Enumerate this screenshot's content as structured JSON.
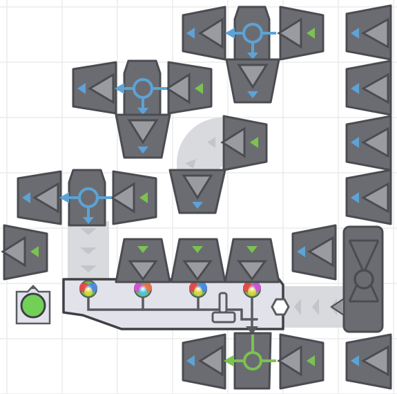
{
  "game": {
    "view": "factory-layout-editor",
    "colors": {
      "background": "#ffffff",
      "grid": "#ececec",
      "block": "#6b6c72",
      "block_stroke": "#4b4c51",
      "block_dark": "#55565c",
      "belt": "#d9dade",
      "belt_arrow": "#c4c5ca",
      "factory": "#e2e3ea",
      "factory_stroke": "#3f4046",
      "pipe": "#5a5b61",
      "input_blue": "#5da3d6",
      "output_green": "#7cc24f",
      "arrow_fill": "#9a9ba1",
      "power_green": "#72d056"
    },
    "icons": {
      "splitter": "splitter-icon",
      "merger": "merger-icon",
      "balancer": "balancer-icon",
      "lamp": "rgb-lamp-icon",
      "signal": "signal-icon",
      "lever": "lever-icon",
      "hex": "hex-connector-icon"
    },
    "lamps": [
      {
        "id": "lamp-1"
      },
      {
        "id": "lamp-2"
      },
      {
        "id": "lamp-3"
      },
      {
        "id": "lamp-4"
      }
    ]
  }
}
